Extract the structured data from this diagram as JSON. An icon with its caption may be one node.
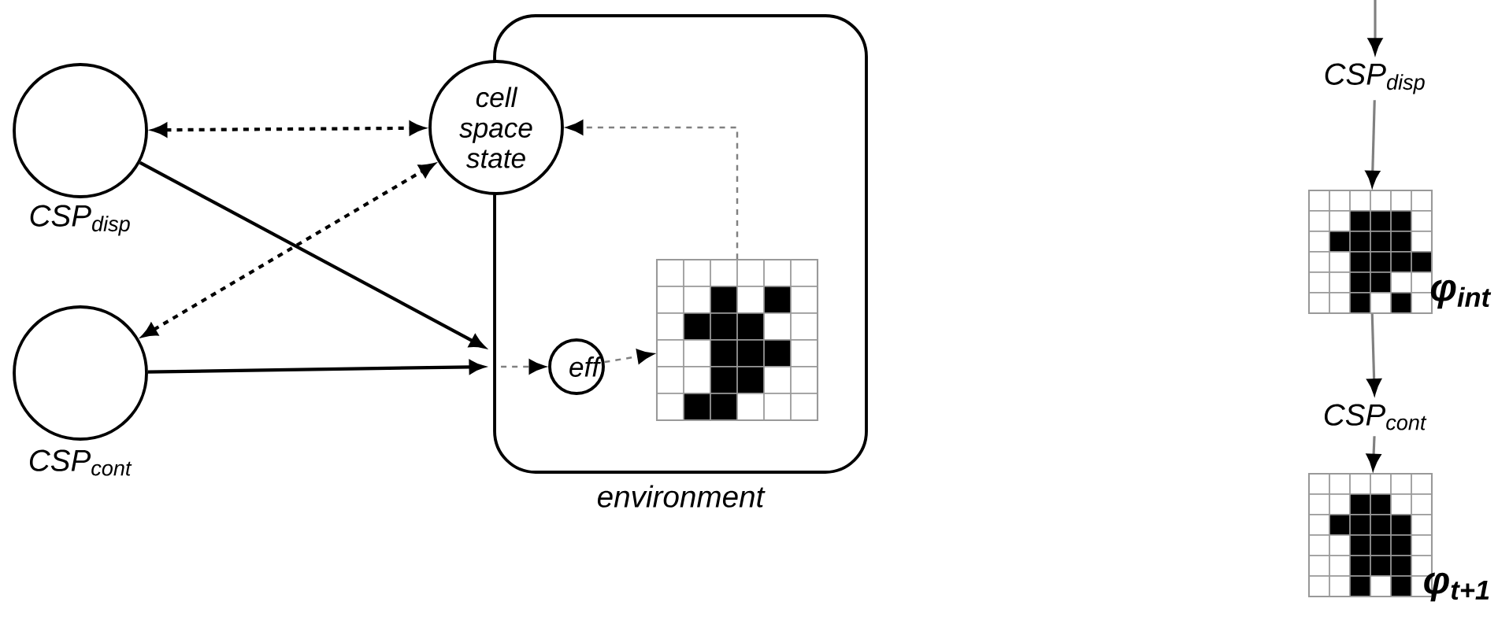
{
  "diagram": {
    "nodes": [
      {
        "text": [],
        "shape": "circle",
        "beside": [
          "CSP$_{disp}$"
        ]
      },
      {
        "text": [],
        "shape": "circle",
        "beside": [
          "CSP$_{cont}$"
        ]
      },
      {
        "text": [
          "environment"
        ]
      },
      {
        "text": [
          "cell space state"
        ]
      },
      {
        "text": [
          "eff"
        ],
        "in": 2
      },
      {
        "text": [],
        "shape": "grid",
        "in": 2
      },
      {
        "text": [
          "CSP$_{disp}$"
        ]
      },
      {
        "text": [],
        "shape": "grid",
        "beside": [
          "φ$_{int}$"
        ]
      },
      {
        "text": [
          "CSP$_{cont}$"
        ]
      },
      {
        "text": [],
        "shape": "grid",
        "beside": [
          "φ$_{t+1}$"
        ]
      }
    ],
    "edges": [
      {
        "from": 0,
        "to": 3,
        "arrow": "both",
        "style": "dashed",
        "color": "#000000"
      },
      {
        "from": 1,
        "to": 3,
        "arrow": "both",
        "style": "dashed",
        "color": "#000000"
      },
      {
        "from": 0,
        "to": 2,
        "arrow": "to",
        "color": "#000000"
      },
      {
        "from": 1,
        "to": 2,
        "arrow": "to",
        "color": "#000000"
      },
      {
        "from": 2,
        "to": 4,
        "arrow": "to",
        "style": "dashed",
        "color": "#808080"
      },
      {
        "from": 4,
        "to": 5,
        "arrow": "to",
        "style": "dashed",
        "color": "#808080"
      },
      {
        "from": 5,
        "to": 3,
        "arrow": "to",
        "style": "dashed",
        "color": "#808080"
      },
      {
        "from": null,
        "to": 6,
        "arrow": "to",
        "color": "#808080"
      },
      {
        "from": 6,
        "to": 7,
        "arrow": "to",
        "color": "#808080"
      },
      {
        "from": 7,
        "to": 8,
        "arrow": "to",
        "color": "#808080"
      },
      {
        "from": 8,
        "to": 9,
        "arrow": "to",
        "color": "#808080"
      }
    ]
  }
}
